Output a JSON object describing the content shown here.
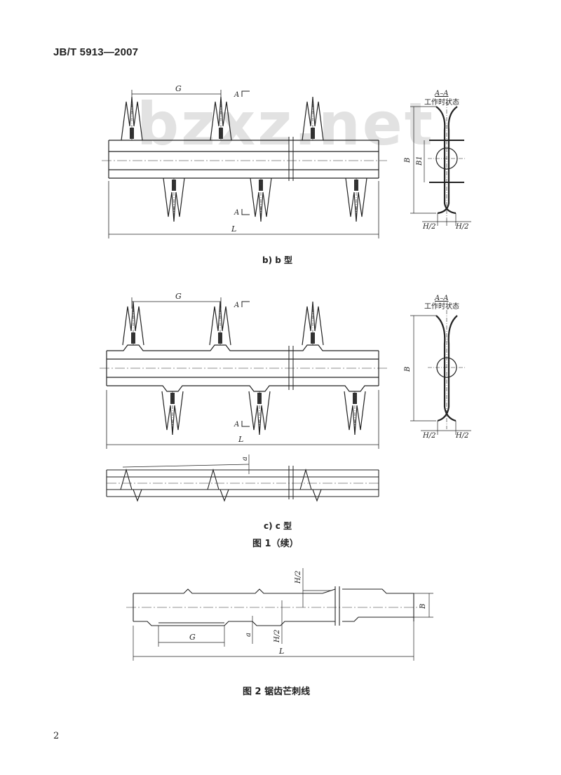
{
  "header": {
    "standard_code": "JB/T 5913—2007"
  },
  "watermark": "bzxz.net",
  "figure_b": {
    "caption": "b) b 型",
    "dim_G": "G",
    "dim_L": "L",
    "section_mark": "A",
    "section": {
      "title": "A–A",
      "subtitle": "工作时状态",
      "dim_B": "B",
      "dim_B1": "B1",
      "dim_H_left": "H/2",
      "dim_H_right": "H/2"
    }
  },
  "figure_c": {
    "caption": "c) c 型",
    "dim_G": "G",
    "dim_L": "L",
    "dim_a": "a",
    "section_mark": "A",
    "section": {
      "title": "A–A",
      "subtitle": "工作时状态",
      "dim_B": "B",
      "dim_H_left": "H/2",
      "dim_H_right": "H/2"
    }
  },
  "figure1_caption": "图 1（续）",
  "figure2": {
    "caption": "图 2 锯齿芒刺线",
    "dim_H_top": "H/2",
    "dim_H_bottom": "H/2",
    "dim_a": "a",
    "dim_G": "G",
    "dim_L": "L",
    "dim_B": "B"
  },
  "page_number": "2"
}
